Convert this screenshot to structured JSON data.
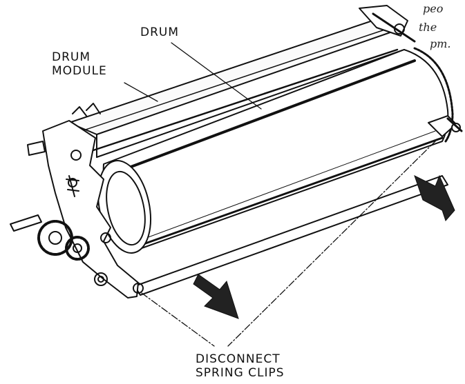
{
  "labels": {
    "drum": "DRUM",
    "drum_module_line1": "DRUM",
    "drum_module_line2": "MODULE",
    "disconnect_line1": "DISCONNECT",
    "disconnect_line2": "SPRING CLIPS"
  },
  "handwriting": {
    "line1": "peo",
    "line2": "the",
    "line3": "pm."
  },
  "colors": {
    "ink": "#111111",
    "arrow": "#222222",
    "background": "#ffffff"
  }
}
